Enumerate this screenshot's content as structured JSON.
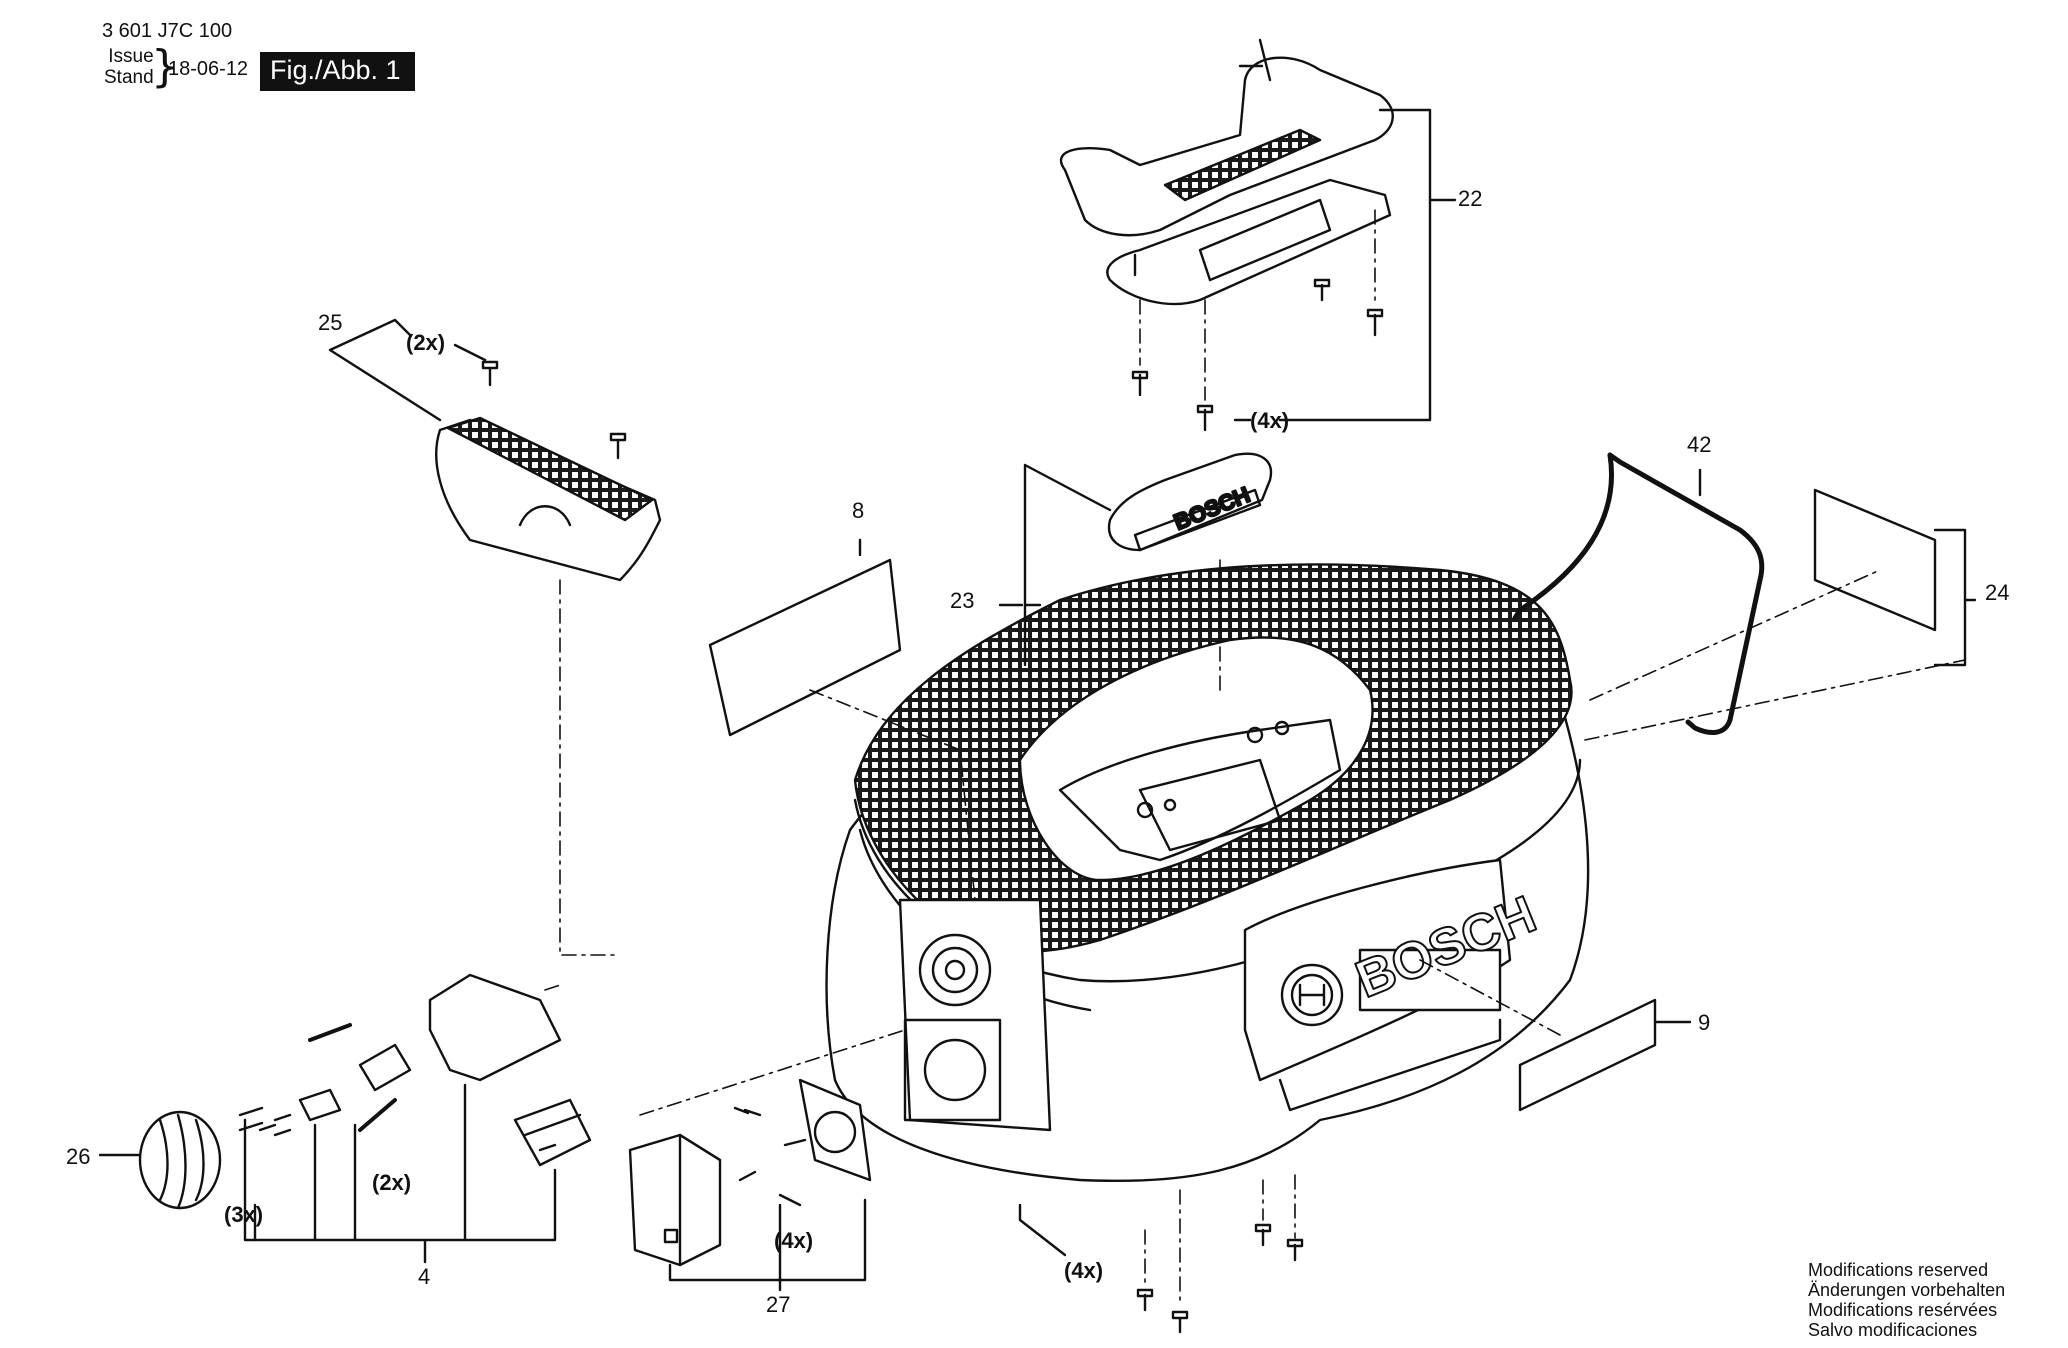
{
  "header": {
    "doc_number": "3 601 J7C 100",
    "issue_line1": "Issue",
    "issue_line2": "Stand",
    "date": "18-06-12",
    "figure": "Fig./Abb. 1"
  },
  "callouts": {
    "p22": "22",
    "p25": "25",
    "p8": "8",
    "p23": "23",
    "p42": "42",
    "p24": "24",
    "p9": "9",
    "p26": "26",
    "p4": "4",
    "p27": "27"
  },
  "quantities": {
    "q25": "(2x)",
    "q22": "(4x)",
    "q4_screws": "(3x)",
    "q4_springs": "(2x)",
    "q27": "(4x)",
    "q_base": "(4x)"
  },
  "logos": {
    "lid": "BOSCH",
    "body": "BOSCH"
  },
  "footer": {
    "line1": "Modifications reserved",
    "line2": "Änderungen vorbehalten",
    "line3": "Modifications resérvées",
    "line4": "Salvo modificaciones"
  }
}
